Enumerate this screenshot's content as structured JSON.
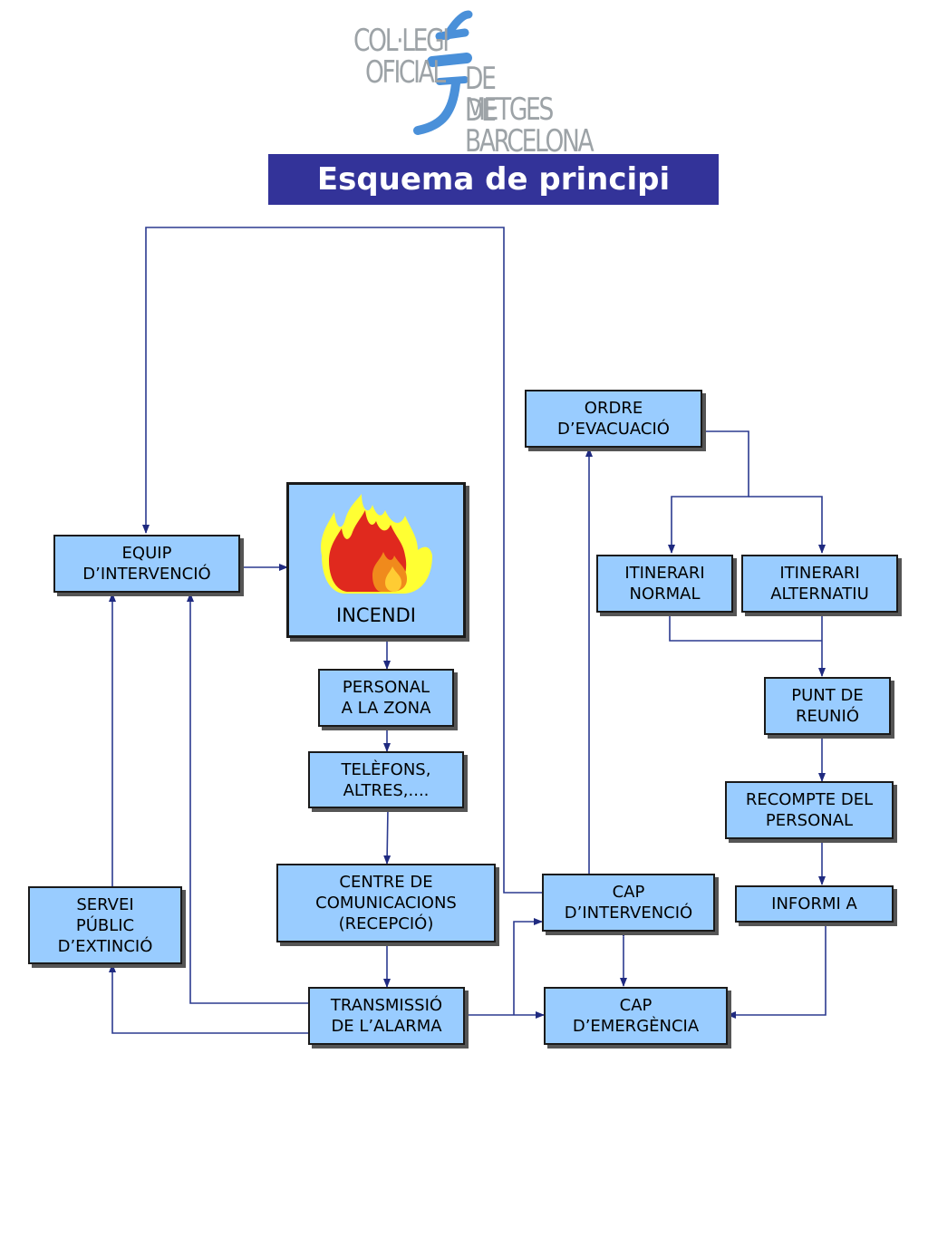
{
  "logo": {
    "line1": "COL·LEGI",
    "line2": "OFICIAL",
    "line3": "DE METGES",
    "line4": "DE BARCELONA",
    "text_color": "#9da3a7",
    "mark_color": "#4a90d9"
  },
  "title": "Esquema de principi",
  "colors": {
    "box_fill": "#99ccff",
    "title_fill": "#333399",
    "wire": "#2b3a8f"
  },
  "nodes": {
    "incendi": "INCENDI",
    "equip": "EQUIP\nD’INTERVENCIÓ",
    "personal_zona": "PERSONAL\nA LA ZONA",
    "telefons": "TELÈFONS,\nALTRES,....",
    "centre": "CENTRE DE\nCOMUNICACIONS\n(RECEPCIÓ)",
    "transmissio": "TRANSMISSIÓ\nDE L’ALARMA",
    "servei": "SERVEI\nPÚBLIC\nD’EXTINCIÓ",
    "ordre": "ORDRE\nD’EVACUACIÓ",
    "itin_normal": "ITINERARI\nNORMAL",
    "itin_alt": "ITINERARI\nALTERNATIU",
    "punt": "PUNT DE\nREUNIÓ",
    "recompte": "RECOMPTE DEL\nPERSONAL",
    "informi": "INFORMI A",
    "cap_int": "CAP\nD’INTERVENCIÓ",
    "cap_em": "CAP\nD’EMERGÈNCIA"
  }
}
